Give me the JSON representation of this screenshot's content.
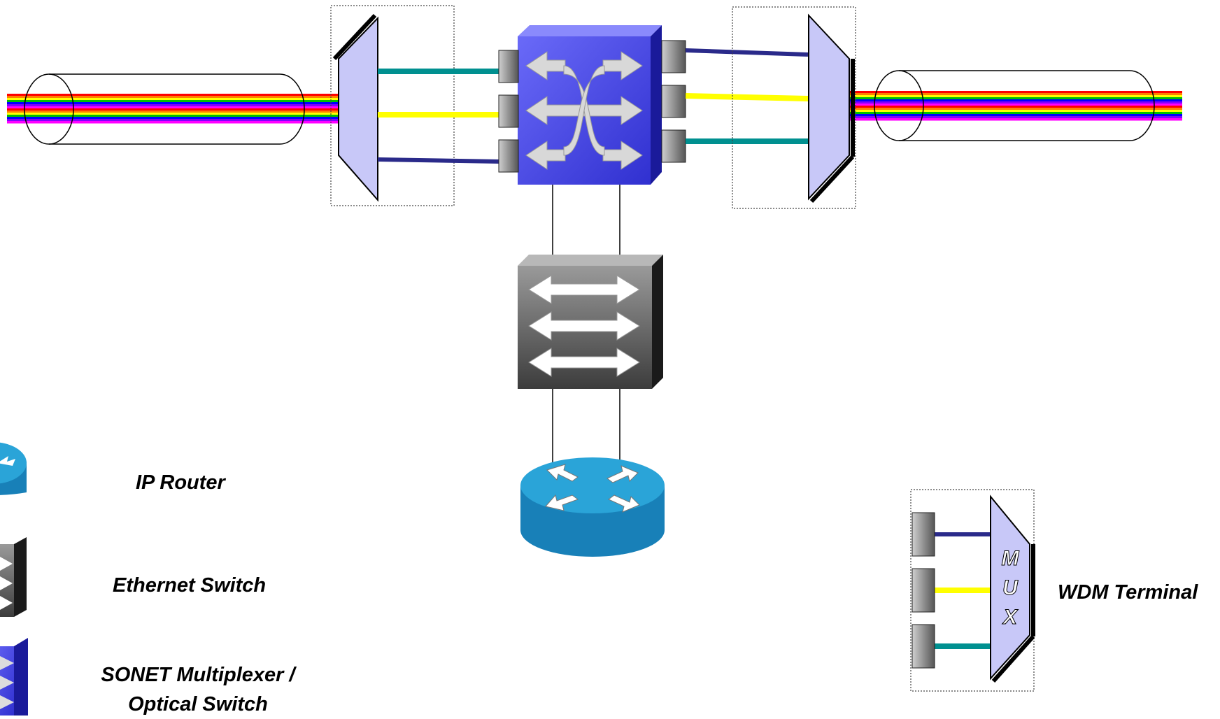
{
  "legend": {
    "ip_router": "IP Router",
    "ethernet_switch": "Ethernet Switch",
    "sonet_line1": "SONET Multiplexer /",
    "sonet_line2": "Optical Switch",
    "wdm_terminal": "WDM Terminal"
  },
  "mux_label": [
    "M",
    "U",
    "X"
  ],
  "colors": {
    "wdm_fill": "#c8c8f8",
    "sonet_blue": "#5050e8",
    "router_blue": "#1a8fc4",
    "switch_gray": "#4a4a4a",
    "lambda_navy": "#2a2a8a",
    "lambda_yellow": "#ffff00",
    "lambda_teal": "#009090"
  },
  "rainbow": [
    "#ff0000",
    "#ff8000",
    "#ffff00",
    "#00c000",
    "#0000ff",
    "#8000ff",
    "#ff00ff",
    "#ff0000",
    "#ff8000",
    "#ffff00",
    "#00c000",
    "#0000ff",
    "#8000ff",
    "#ff00ff"
  ]
}
